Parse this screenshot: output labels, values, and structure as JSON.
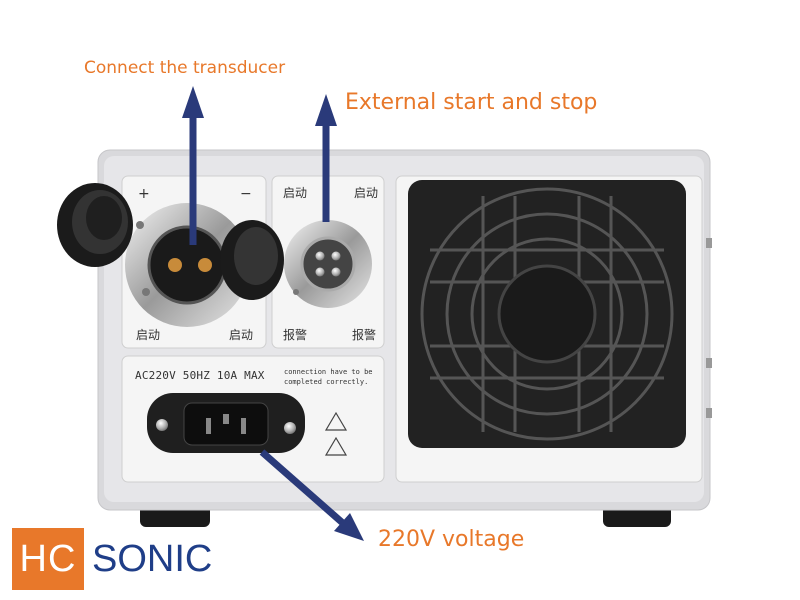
{
  "callouts": {
    "transducer": "Connect the transducer",
    "external": "External start and stop",
    "voltage": "220V voltage"
  },
  "panel": {
    "left_connector": {
      "plus": "+",
      "minus": "−",
      "label_left": "启动",
      "label_right": "启动"
    },
    "right_connector": {
      "top_left": "启动",
      "top_right": "启动",
      "bottom_left": "报警",
      "bottom_right": "报警"
    },
    "power_rating": "AC220V 50HZ 10A MAX",
    "notice": [
      "connection have to be",
      "completed correctly."
    ]
  },
  "logo": {
    "part1": "HC",
    "part2": "SONIC"
  },
  "colors": {
    "callout": "#e8782a",
    "arrow": "#2a3a7a",
    "logo_blue": "#1f3e88"
  }
}
